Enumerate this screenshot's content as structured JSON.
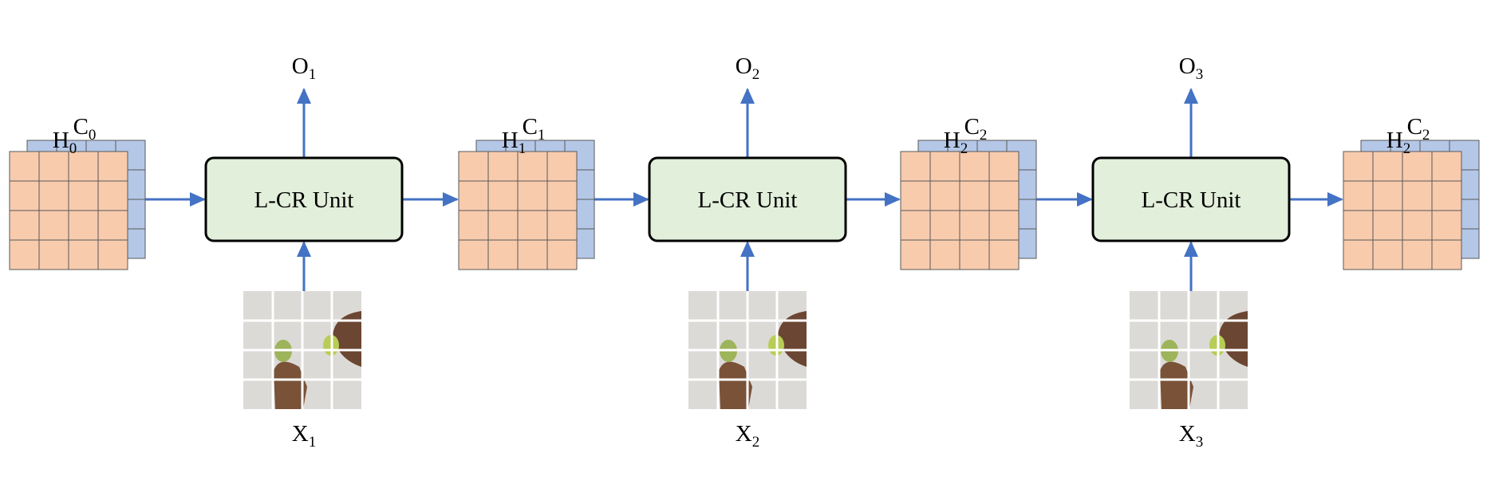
{
  "colors": {
    "arrow": "#4472C4",
    "unit_fill": "#E2EFDA",
    "unit_stroke": "#000000",
    "grid_front_fill": "#F8CBAD",
    "grid_back_fill": "#B4C7E7",
    "grid_stroke": "#595959",
    "image_bg": "#DCDAD7",
    "image_grid": "#FFFFFF"
  },
  "units": [
    {
      "label": "L-CR Unit"
    },
    {
      "label": "L-CR Unit"
    },
    {
      "label": "L-CR Unit"
    }
  ],
  "outputs": [
    {
      "main": "O",
      "sub": "1"
    },
    {
      "main": "O",
      "sub": "2"
    },
    {
      "main": "O",
      "sub": "3"
    }
  ],
  "inputs": [
    {
      "main": "X",
      "sub": "1",
      "icon": "hand-with-apple-image"
    },
    {
      "main": "X",
      "sub": "2",
      "icon": "hand-with-apple-image"
    },
    {
      "main": "X",
      "sub": "3",
      "icon": "hand-with-apple-image"
    }
  ],
  "states": [
    {
      "h_main": "H",
      "h_sub": "0",
      "c_main": "C",
      "c_sub": "0"
    },
    {
      "h_main": "H",
      "h_sub": "1",
      "c_main": "C",
      "c_sub": "1"
    },
    {
      "h_main": "H",
      "h_sub": "2",
      "c_main": "C",
      "c_sub": "2"
    },
    {
      "h_main": "H",
      "h_sub": "2",
      "c_main": "C",
      "c_sub": "2"
    }
  ]
}
